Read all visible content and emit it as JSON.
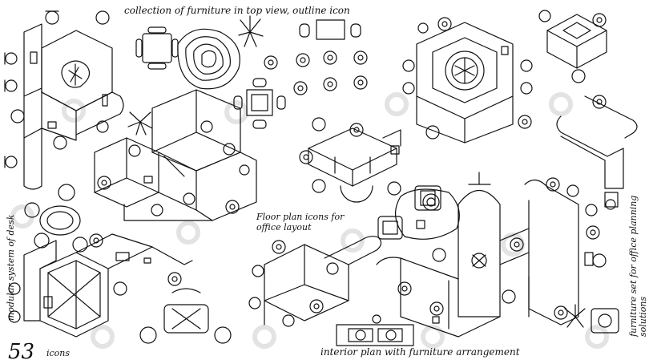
{
  "texts": {
    "title": "collection of furniture in top view, outline icon",
    "floor_plan": "Floor plan icons for office layout",
    "modular": "modular system of desk",
    "furniture_set": "furniture set for office planning solutions",
    "interior": "interior plan with furniture arrangement",
    "count_number": "53",
    "count_word": "icons"
  },
  "colors": {
    "stroke": "#111111",
    "background": "#ffffff",
    "watermark": "#e6e6e6"
  }
}
